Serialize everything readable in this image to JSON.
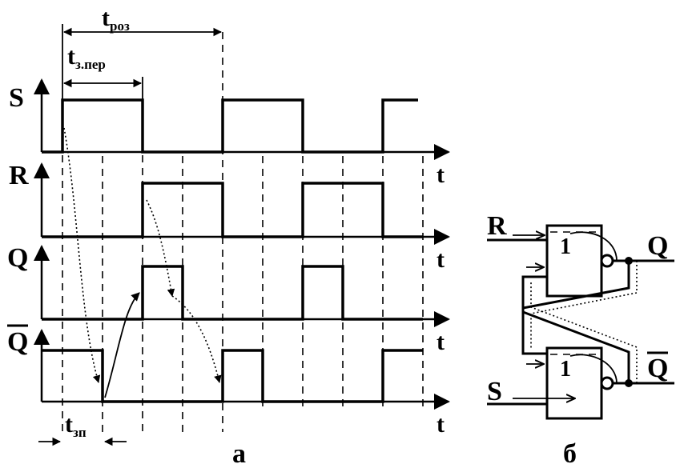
{
  "figure_a": {
    "caption": "а",
    "axis_label": "t",
    "signals": [
      {
        "name": "S",
        "overline": false
      },
      {
        "name": "R",
        "overline": false
      },
      {
        "name": "Q",
        "overline": false
      },
      {
        "name": "Q",
        "overline": true
      }
    ],
    "annotations": {
      "t_roz": {
        "main": "t",
        "sub": "роз"
      },
      "t_zper": {
        "main": "t",
        "sub": "з.пер"
      },
      "t_zp": {
        "main": "t",
        "sub": "зп"
      }
    }
  },
  "figure_b": {
    "caption": "б",
    "gate_label": "1",
    "inputs": [
      "R",
      "S"
    ],
    "outputs": [
      {
        "name": "Q",
        "overline": false
      },
      {
        "name": "Q",
        "overline": true
      }
    ]
  }
}
